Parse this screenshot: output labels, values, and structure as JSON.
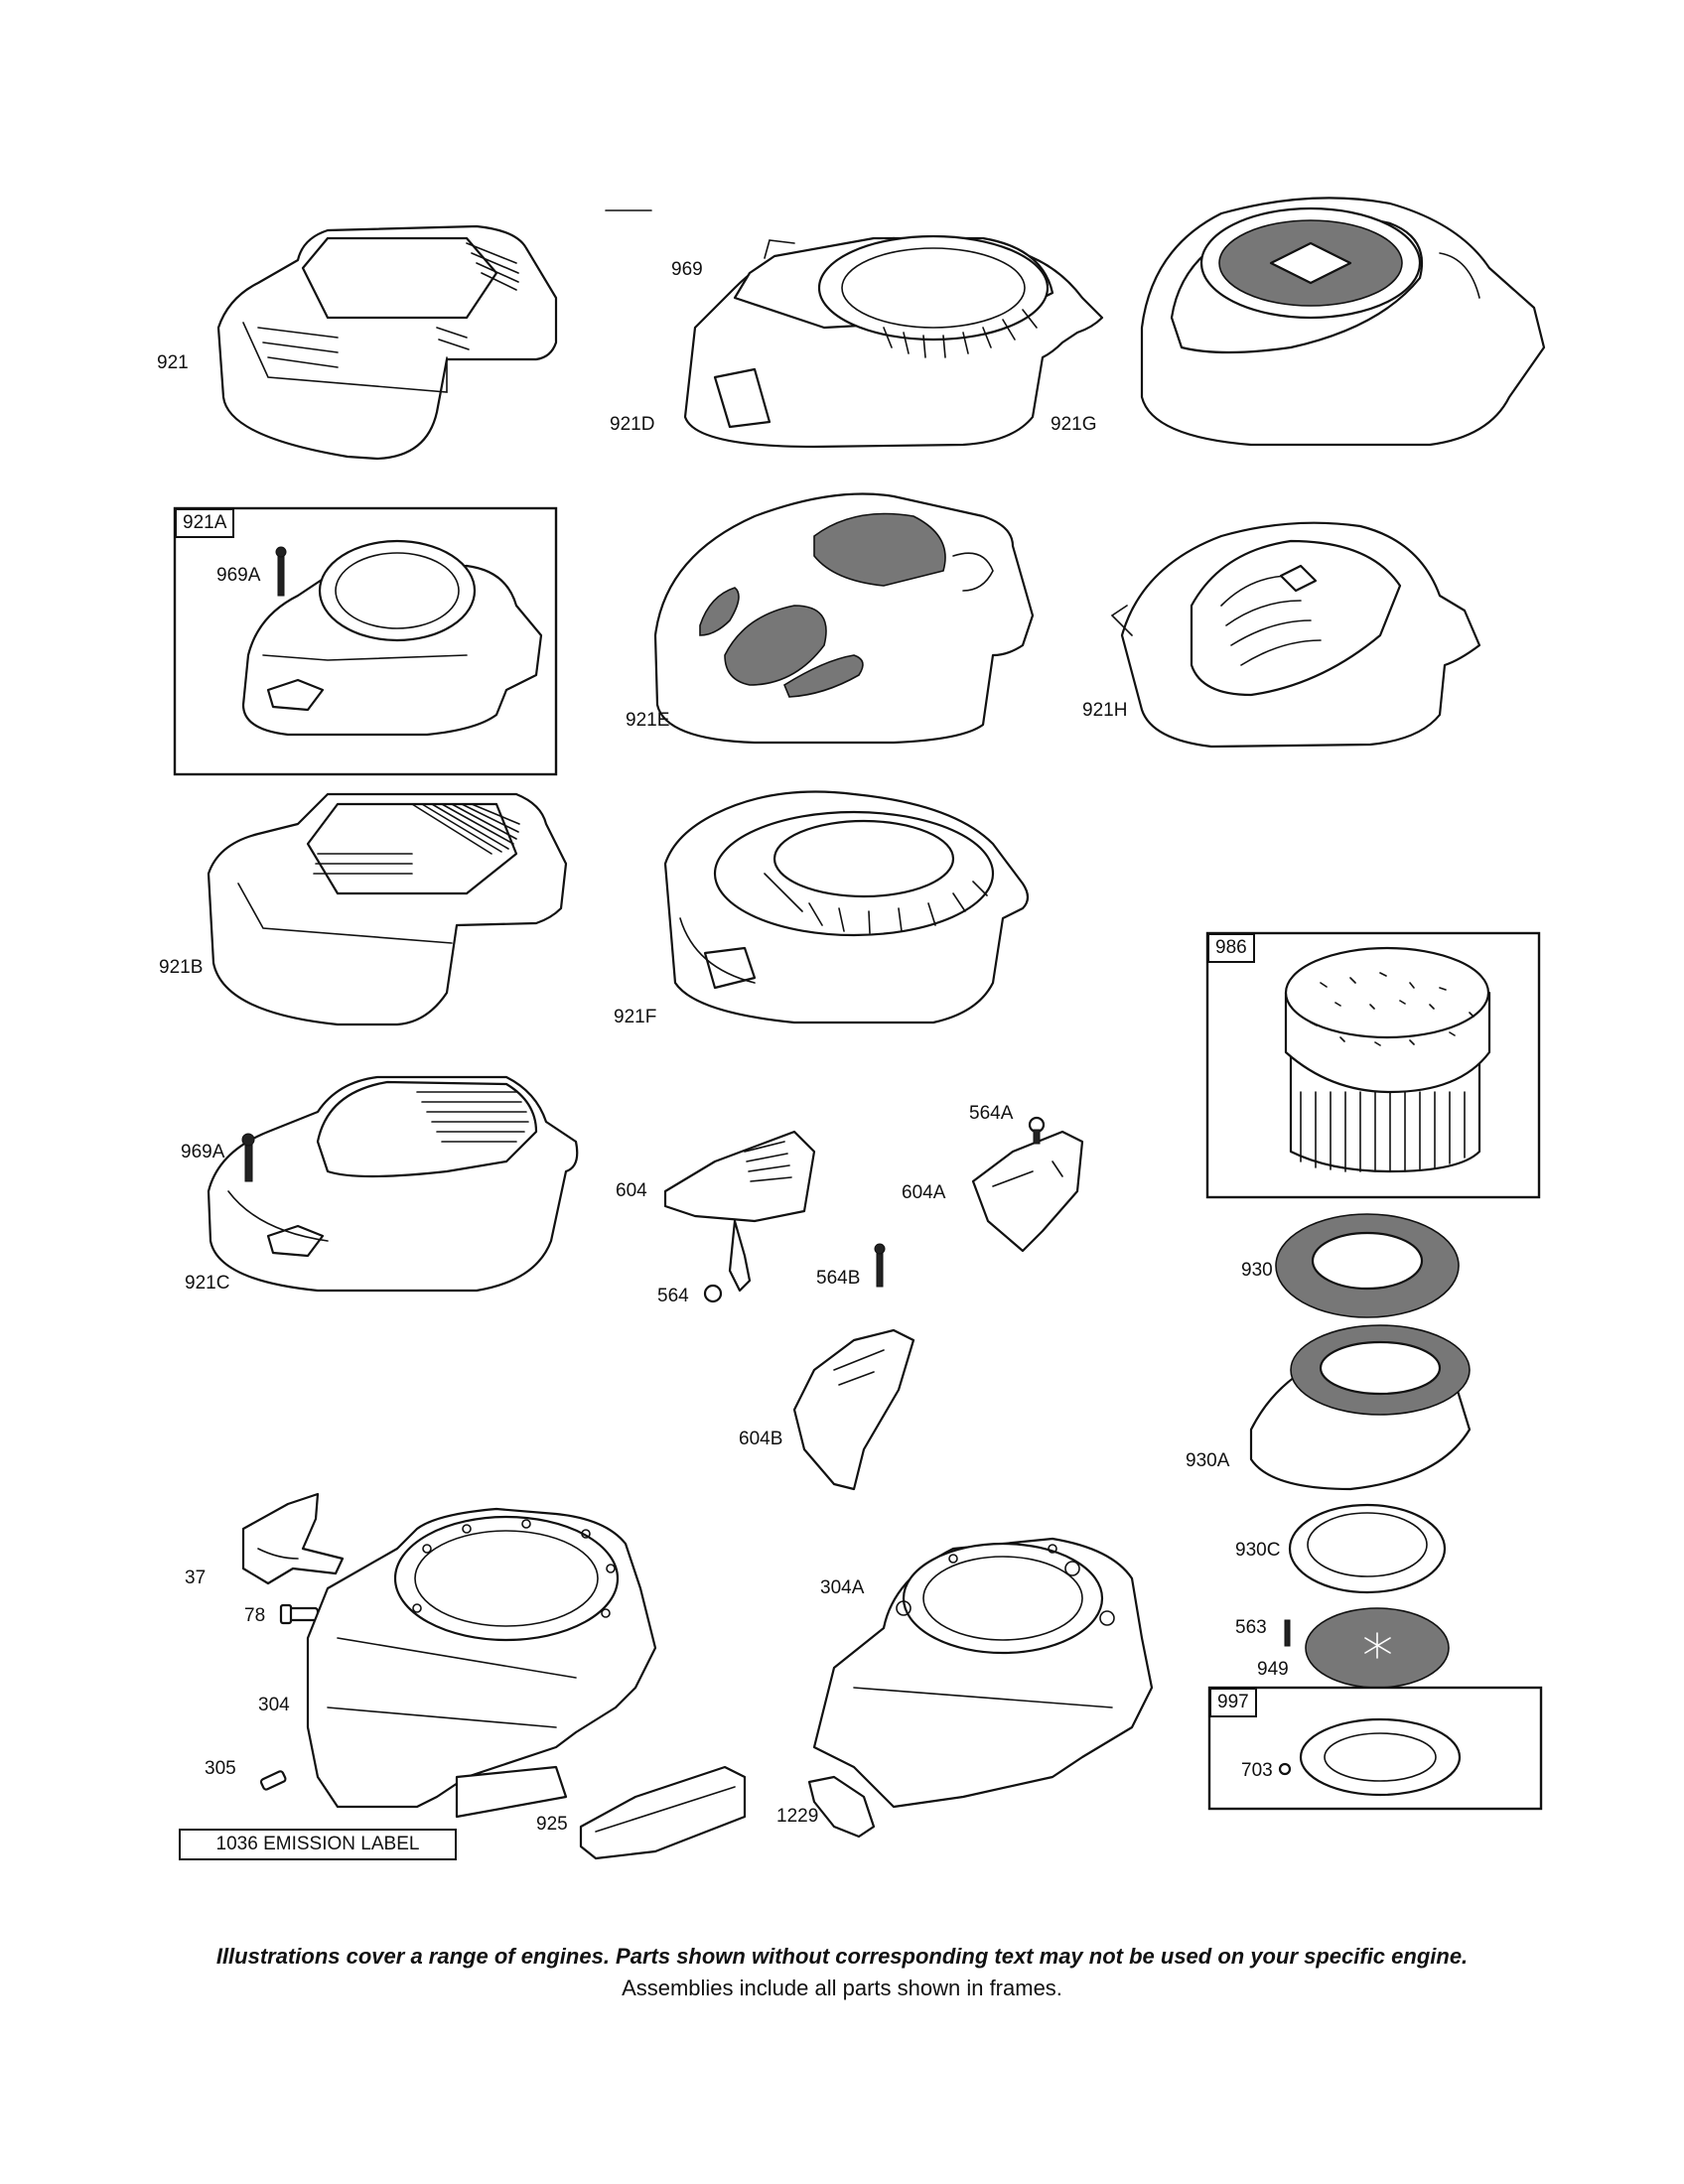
{
  "labels": {
    "l921": "921",
    "l969": "969",
    "l921D": "921D",
    "l921G": "921G",
    "l921A": "921A",
    "l969A_top": "969A",
    "l921E": "921E",
    "l921H": "921H",
    "l921B": "921B",
    "l921F": "921F",
    "l986": "986",
    "l969A_mid": "969A",
    "l921C": "921C",
    "l604": "604",
    "l564": "564",
    "l564A": "564A",
    "l604A": "604A",
    "l564B": "564B",
    "l604B": "604B",
    "l930": "930",
    "l930A": "930A",
    "l930C": "930C",
    "l563": "563",
    "l949": "949",
    "l997": "997",
    "l703": "703",
    "l37": "37",
    "l78": "78",
    "l304": "304",
    "l305": "305",
    "l925": "925",
    "l304A": "304A",
    "l1229": "1229"
  },
  "emission_label": "1036 EMISSION LABEL",
  "footer": {
    "note": "Illustrations cover a range of engines. Parts shown without corresponding text may not be used on your specific engine.",
    "sub": "Assemblies include all parts shown in frames."
  }
}
